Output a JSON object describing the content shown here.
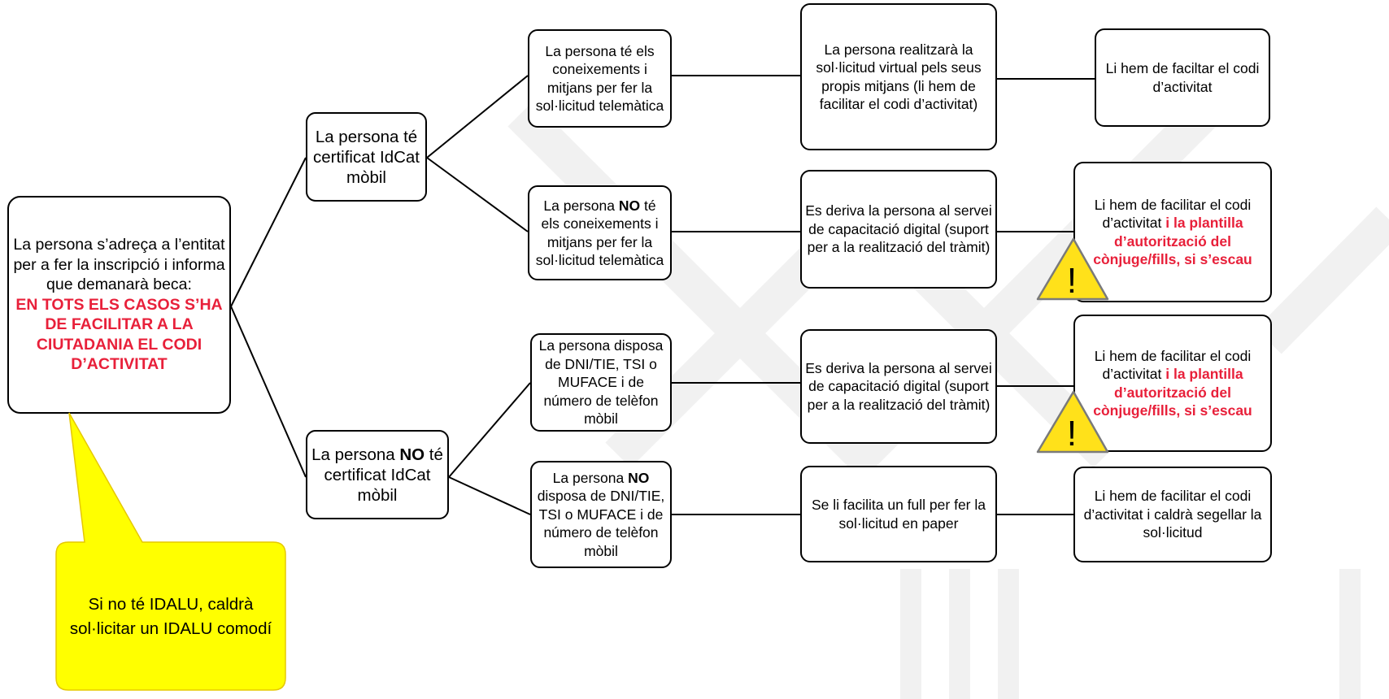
{
  "root": {
    "line1": "La persona s’adreça a l’entitat per a fer la inscripció i informa que demanarà beca:",
    "highlight": "EN TOTS ELS CASOS S’HA DE FACILITAR A LA CIUTADANIA EL CODI D’ACTIVITAT"
  },
  "callout": {
    "text": "Si no té IDALU, caldrà sol·licitar un IDALU comodí"
  },
  "branch_has_cert": {
    "text": "La persona té certificat IdCat mòbil"
  },
  "branch_no_cert": {
    "pre": "La persona ",
    "bold": "NO",
    "post": " té certificat IdCat mòbil"
  },
  "has_knowledge": {
    "text": "La persona té els coneixements i mitjans per fer la sol·licitud telemàtica"
  },
  "no_knowledge": {
    "pre": "La persona ",
    "bold": "NO",
    "post": " té els coneixements i mitjans per fer la sol·licitud telemàtica"
  },
  "has_dni": {
    "text": "La persona disposa de DNI/TIE, TSI o MUFACE i de número de telèfon mòbil"
  },
  "no_dni": {
    "pre": "La persona ",
    "bold": "NO",
    "post": " disposa de DNI/TIE, TSI o MUFACE i de número de telèfon mòbil"
  },
  "action_virtual": {
    "text": "La persona realitzarà la sol·licitud virtual pels seus propis mitjans (li hem de facilitar el codi d’activitat)"
  },
  "action_derive_1": {
    "text": "Es deriva la persona al servei de capacitació digital (suport per a la realització del tràmit)"
  },
  "action_derive_2": {
    "text": "Es deriva la persona al servei de capacitació digital (suport per a la realització del tràmit)"
  },
  "action_paper": {
    "text": "Se li facilita un full per fer la sol·licitud en paper"
  },
  "result_code": {
    "text": "Li hem de faciltar el codi d’activitat"
  },
  "result_template_1": {
    "normal": "Li hem de facilitar el codi d’activitat ",
    "red": "i la plantilla d’autorització del cònjuge/fills, si s’escau"
  },
  "result_template_2": {
    "normal": "Li hem de facilitar el codi d’activitat ",
    "red": "i la plantilla d’autorització del cònjuge/fills, si s’escau"
  },
  "result_seal": {
    "text": "Li hem de facilitar el codi d’activitat i caldrà segellar la sol·licitud"
  },
  "warning_icon": {
    "glyph": "!"
  },
  "colors": {
    "accent_red": "#e8203a",
    "callout_yellow": "#ffff00",
    "warning_yellow": "#ffe11a",
    "border": "#000000"
  }
}
